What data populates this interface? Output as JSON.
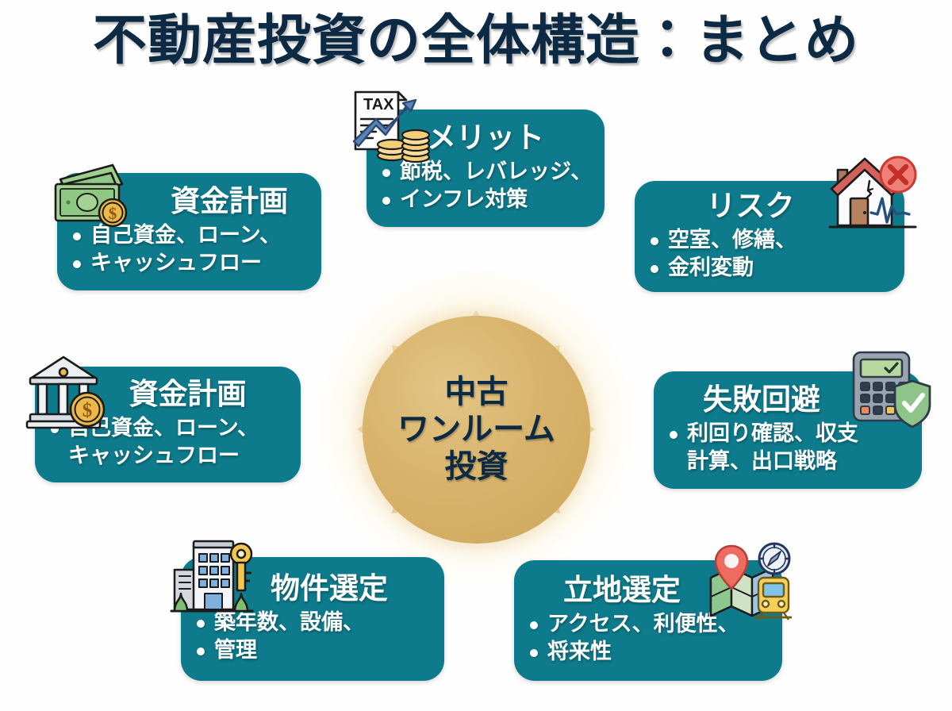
{
  "page": {
    "title": "不動産投資の全体構造：まとめ",
    "background_color": "#ffffff",
    "title_color": "#0d2a44"
  },
  "hub": {
    "line1": "中古",
    "line2": "ワンルーム",
    "line3": "投資",
    "fill_color": "#d8b36b",
    "text_color": "#0d2a44"
  },
  "theme": {
    "card_color": "#0e7b8c",
    "card_text_color": "#ffffff",
    "arrow_color": "#d4ab5e",
    "accent_navy": "#0d2a44"
  },
  "arrows": {
    "count": 7,
    "directions": [
      "up",
      "up-left",
      "up-right",
      "left",
      "right",
      "down-left",
      "down-right"
    ]
  },
  "cards": [
    {
      "id": "merit",
      "position": "top",
      "title": "メリット",
      "icon": "tax-growth-coins-icon",
      "bullets": [
        {
          "text": "節税、レバレッジ、",
          "dot": true
        },
        {
          "text": "インフレ対策",
          "dot": true
        }
      ]
    },
    {
      "id": "funding-top",
      "position": "top-left",
      "title": "資金計画",
      "icon": "cash-coin-icon",
      "bullets": [
        {
          "text": "自己資金、ローン、",
          "dot": true
        },
        {
          "text": "キャッシュフロー",
          "dot": true
        }
      ]
    },
    {
      "id": "risk",
      "position": "top-right",
      "title": "リスク",
      "icon": "damaged-house-icon",
      "bullets": [
        {
          "text": "空室、修繕、",
          "dot": true
        },
        {
          "text": "金利変動",
          "dot": true
        }
      ]
    },
    {
      "id": "funding-mid",
      "position": "middle-left",
      "title": "資金計画",
      "icon": "bank-coin-icon",
      "bullets": [
        {
          "text": "自己資金、ローン、",
          "dot": true
        },
        {
          "text": "キャッシュフロー",
          "dot": false
        }
      ]
    },
    {
      "id": "avoid",
      "position": "middle-right",
      "title": "失敗回避",
      "icon": "calculator-shield-icon",
      "bullets": [
        {
          "text": "利回り確認、収支",
          "dot": true
        },
        {
          "text": "計算、出口戦略",
          "dot": false
        }
      ]
    },
    {
      "id": "property",
      "position": "bottom-left",
      "title": "物件選定",
      "icon": "building-key-icon",
      "bullets": [
        {
          "text": "築年数、設備、",
          "dot": true
        },
        {
          "text": "管理",
          "dot": true
        }
      ]
    },
    {
      "id": "location",
      "position": "bottom-right",
      "title": "立地選定",
      "icon": "map-compass-train-icon",
      "bullets": [
        {
          "text": "アクセス、利便性、",
          "dot": true
        },
        {
          "text": "将来性",
          "dot": true
        }
      ]
    }
  ]
}
